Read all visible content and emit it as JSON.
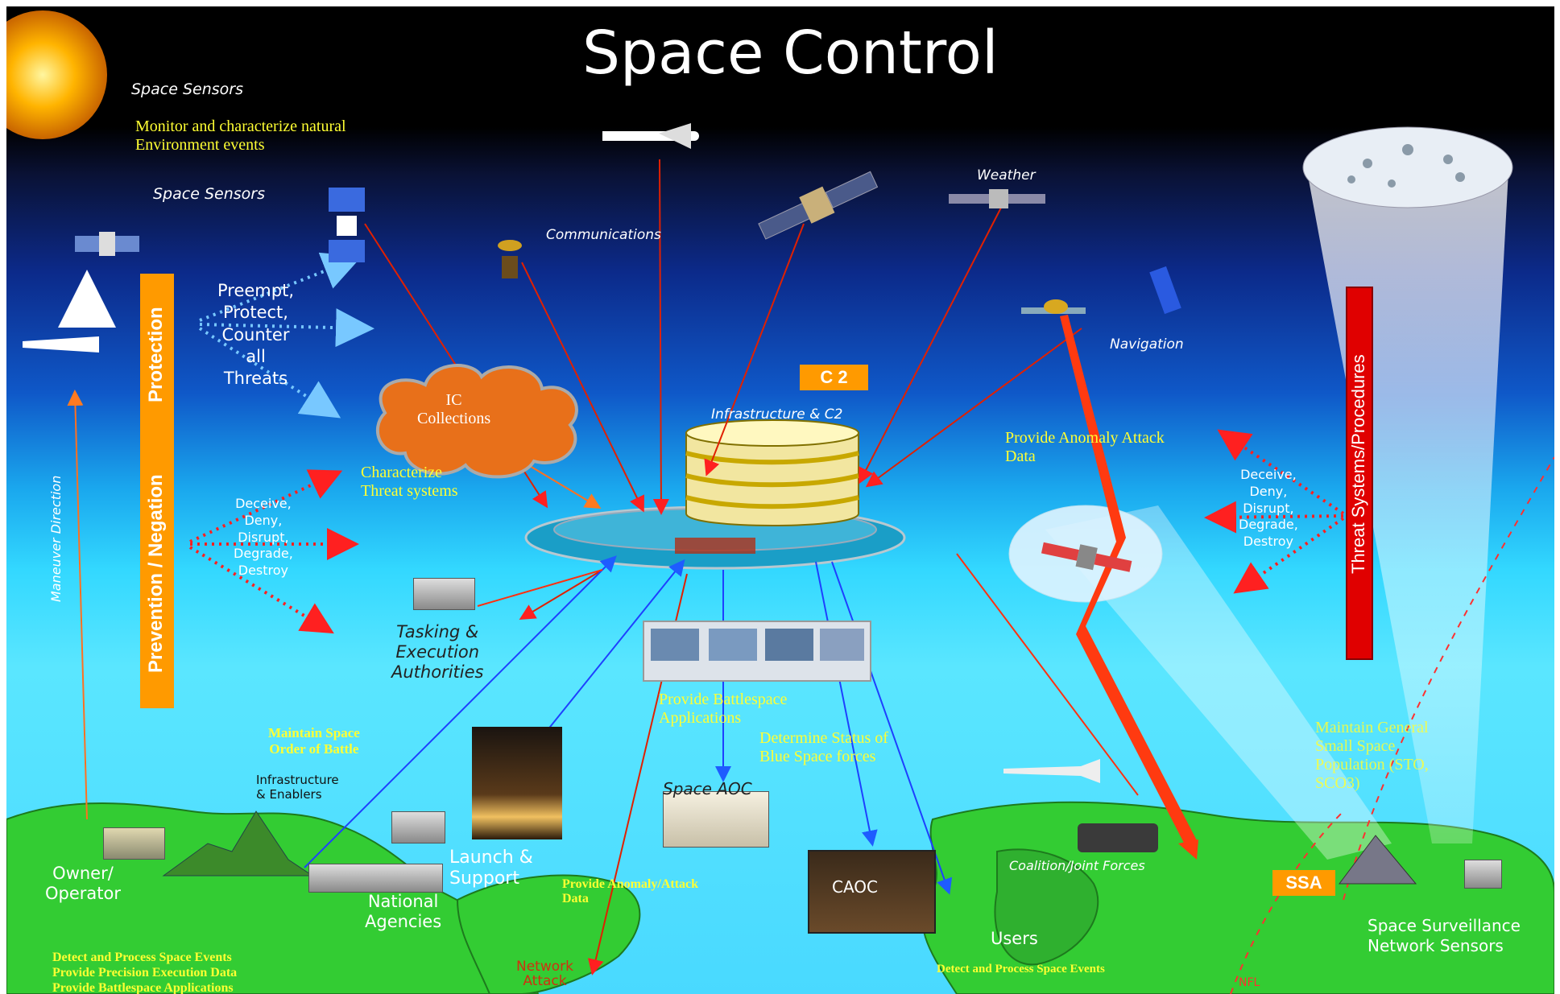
{
  "title": "Space Control",
  "labels": {
    "space_sensors_top": "Space Sensors",
    "monitor_env": "Monitor and characterize natural\nEnvironment events",
    "space_sensors_mid": "Space Sensors",
    "communications": "Communications",
    "weather": "Weather",
    "navigation": "Navigation",
    "preempt": "Preempt,\nProtect,\nCounter\nall\nThreats",
    "ic_collections": "IC\nCollections",
    "characterize": "Characterize\nThreat systems",
    "deceive_left": "Deceive,\nDeny,\nDisrupt,\nDegrade,\nDestroy",
    "deceive_right": "Deceive,\nDeny,\nDisrupt,\nDegrade,\nDestroy",
    "infrastructure_c2": "Infrastructure & C2",
    "provide_anomaly_attack": "Provide Anomaly Attack\nData",
    "tasking": "Tasking &\nExecution\nAuthorities",
    "battlespace": "Provide Battlespace\nApplications",
    "determine_status": "Determine Status of\nBlue Space forces",
    "maintain_order": "Maintain Space\nOrder of Battle",
    "infra_enablers": "Infrastructure\n& Enablers",
    "maneuver": "Maneuver Direction",
    "space_aoc": "Space AOC",
    "launch_support": "Launch &\nSupport",
    "owner_operator": "Owner/\nOperator",
    "national_agencies": "National\nAgencies",
    "provide_anomaly_bottom": "Provide Anomaly/Attack\nData",
    "caoc": "CAOC",
    "coalition": "Coalition/Joint Forces",
    "users": "Users",
    "maintain_general": "Maintain General\nSmall Space\nPopulation (STO,\nSCO3)",
    "space_surveillance": "Space Surveillance\nNetwork Sensors",
    "bottom_left": "Detect and Process Space Events\nProvide Precision Execution Data\nProvide Battlespace Applications",
    "network_attack": "Network\nAttack",
    "detect_process_bottom": "Detect and Process Space Events",
    "nfl": "NFL"
  },
  "boxes": {
    "protection": "Protection",
    "prevention": "Prevention / Negation",
    "threat_systems": "Threat Systems/Procedures",
    "c2": "C 2",
    "ssa": "SSA"
  },
  "colors": {
    "orange": "#ff9a00",
    "red": "#e00000",
    "label_yellow": "#ffff33",
    "arrow_blue": "#78c8ff",
    "arrow_red": "#ff2020"
  }
}
